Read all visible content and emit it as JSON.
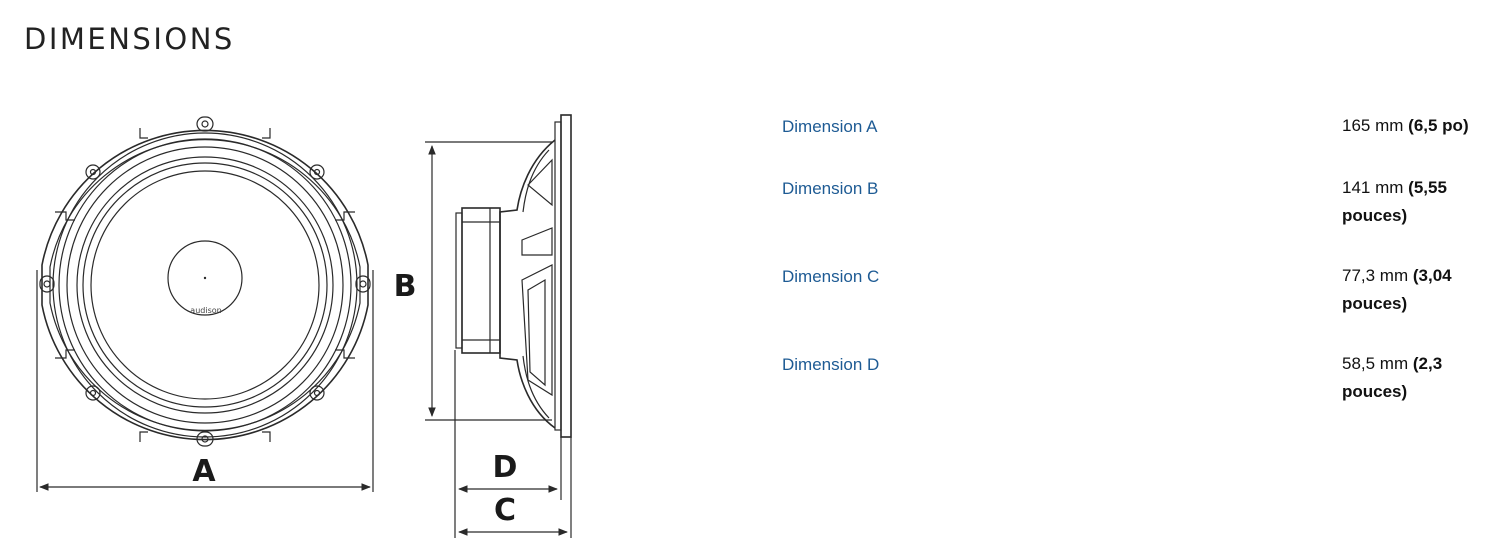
{
  "heading": "DIMENSIONS",
  "drawing": {
    "label_a": "A",
    "label_b": "B",
    "label_c": "C",
    "label_d": "D",
    "brand": "audison"
  },
  "specs": [
    {
      "label": "Dimension A",
      "metric": "165 mm",
      "imperial": "(6,5 po)"
    },
    {
      "label": "Dimension B",
      "metric": "141 mm",
      "imperial": "(5,55 pouces)"
    },
    {
      "label": "Dimension C",
      "metric": "77,3 mm",
      "imperial": "(3,04 pouces)"
    },
    {
      "label": "Dimension D",
      "metric": "58,5 mm",
      "imperial": "(2,3 pouces)"
    }
  ]
}
